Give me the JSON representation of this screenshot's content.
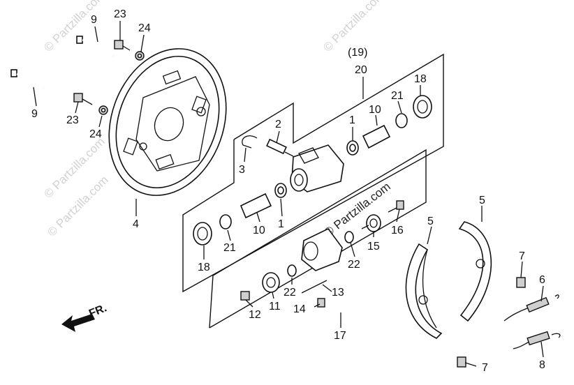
{
  "watermark": "© Partzilla.com",
  "front_indicator": "FR.",
  "callouts": {
    "c9a": "9",
    "c9b": "9",
    "c23a": "23",
    "c23b": "23",
    "c24a": "24",
    "c24b": "24",
    "c4": "4",
    "c3": "3",
    "c2": "2",
    "c19": "(19)",
    "c20": "20",
    "c1a": "1",
    "c1b": "1",
    "c10a": "10",
    "c10b": "10",
    "c21a": "21",
    "c21b": "21",
    "c18a": "18",
    "c18b": "18",
    "c16": "16",
    "c15": "15",
    "c22a": "22",
    "c22b": "22",
    "c11": "11",
    "c12": "12",
    "c13": "13",
    "c14": "14",
    "c17": "17",
    "c5a": "5",
    "c5b": "5",
    "c7a": "7",
    "c7b": "7",
    "c6": "6",
    "c8": "8"
  },
  "colors": {
    "line": "#111111",
    "watermark": "#d2d2d2"
  }
}
